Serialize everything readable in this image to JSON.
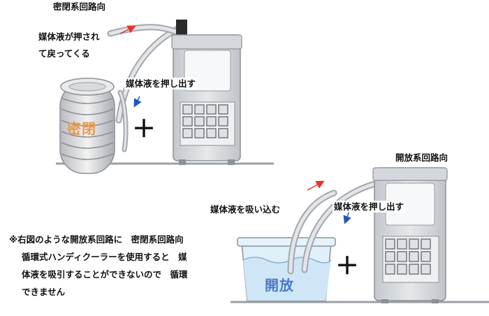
{
  "closed": {
    "heading": "密閉系回路向",
    "return_label_line1": "媒体液が押され",
    "return_label_line2": "て戻ってくる",
    "push_label": "媒体液を押し出す",
    "tank_label": "密閉"
  },
  "open": {
    "heading": "開放系回路向",
    "suck_label": "媒体液を吸い込む",
    "push_label": "媒体液を押し出す",
    "tank_label": "開放"
  },
  "note": {
    "line1": "※右図のような開放系回路に　密閉系回路向",
    "line2": "循環式ハンディクーラーを使用すると　媒",
    "line3": "体液を吸引することができないので　循環",
    "line4": "できません"
  },
  "plus_sign": "＋",
  "colors": {
    "red_arrow": "#e8312a",
    "blue_arrow": "#1f57c9",
    "tank_label_orange": "#e89a4a",
    "tank_label_blue": "#4a78c8",
    "unit_gray": "#c9cdd2",
    "water_blue": "#cfe6f7"
  }
}
